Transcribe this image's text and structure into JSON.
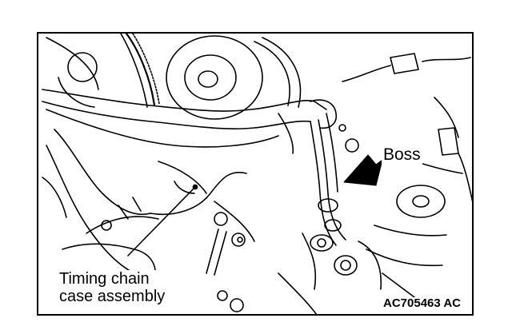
{
  "diagram": {
    "labels": {
      "boss": "Boss",
      "timing_chain_line1": "Timing chain",
      "timing_chain_line2": "case assembly"
    },
    "figure_code": "AC705463 AC"
  }
}
